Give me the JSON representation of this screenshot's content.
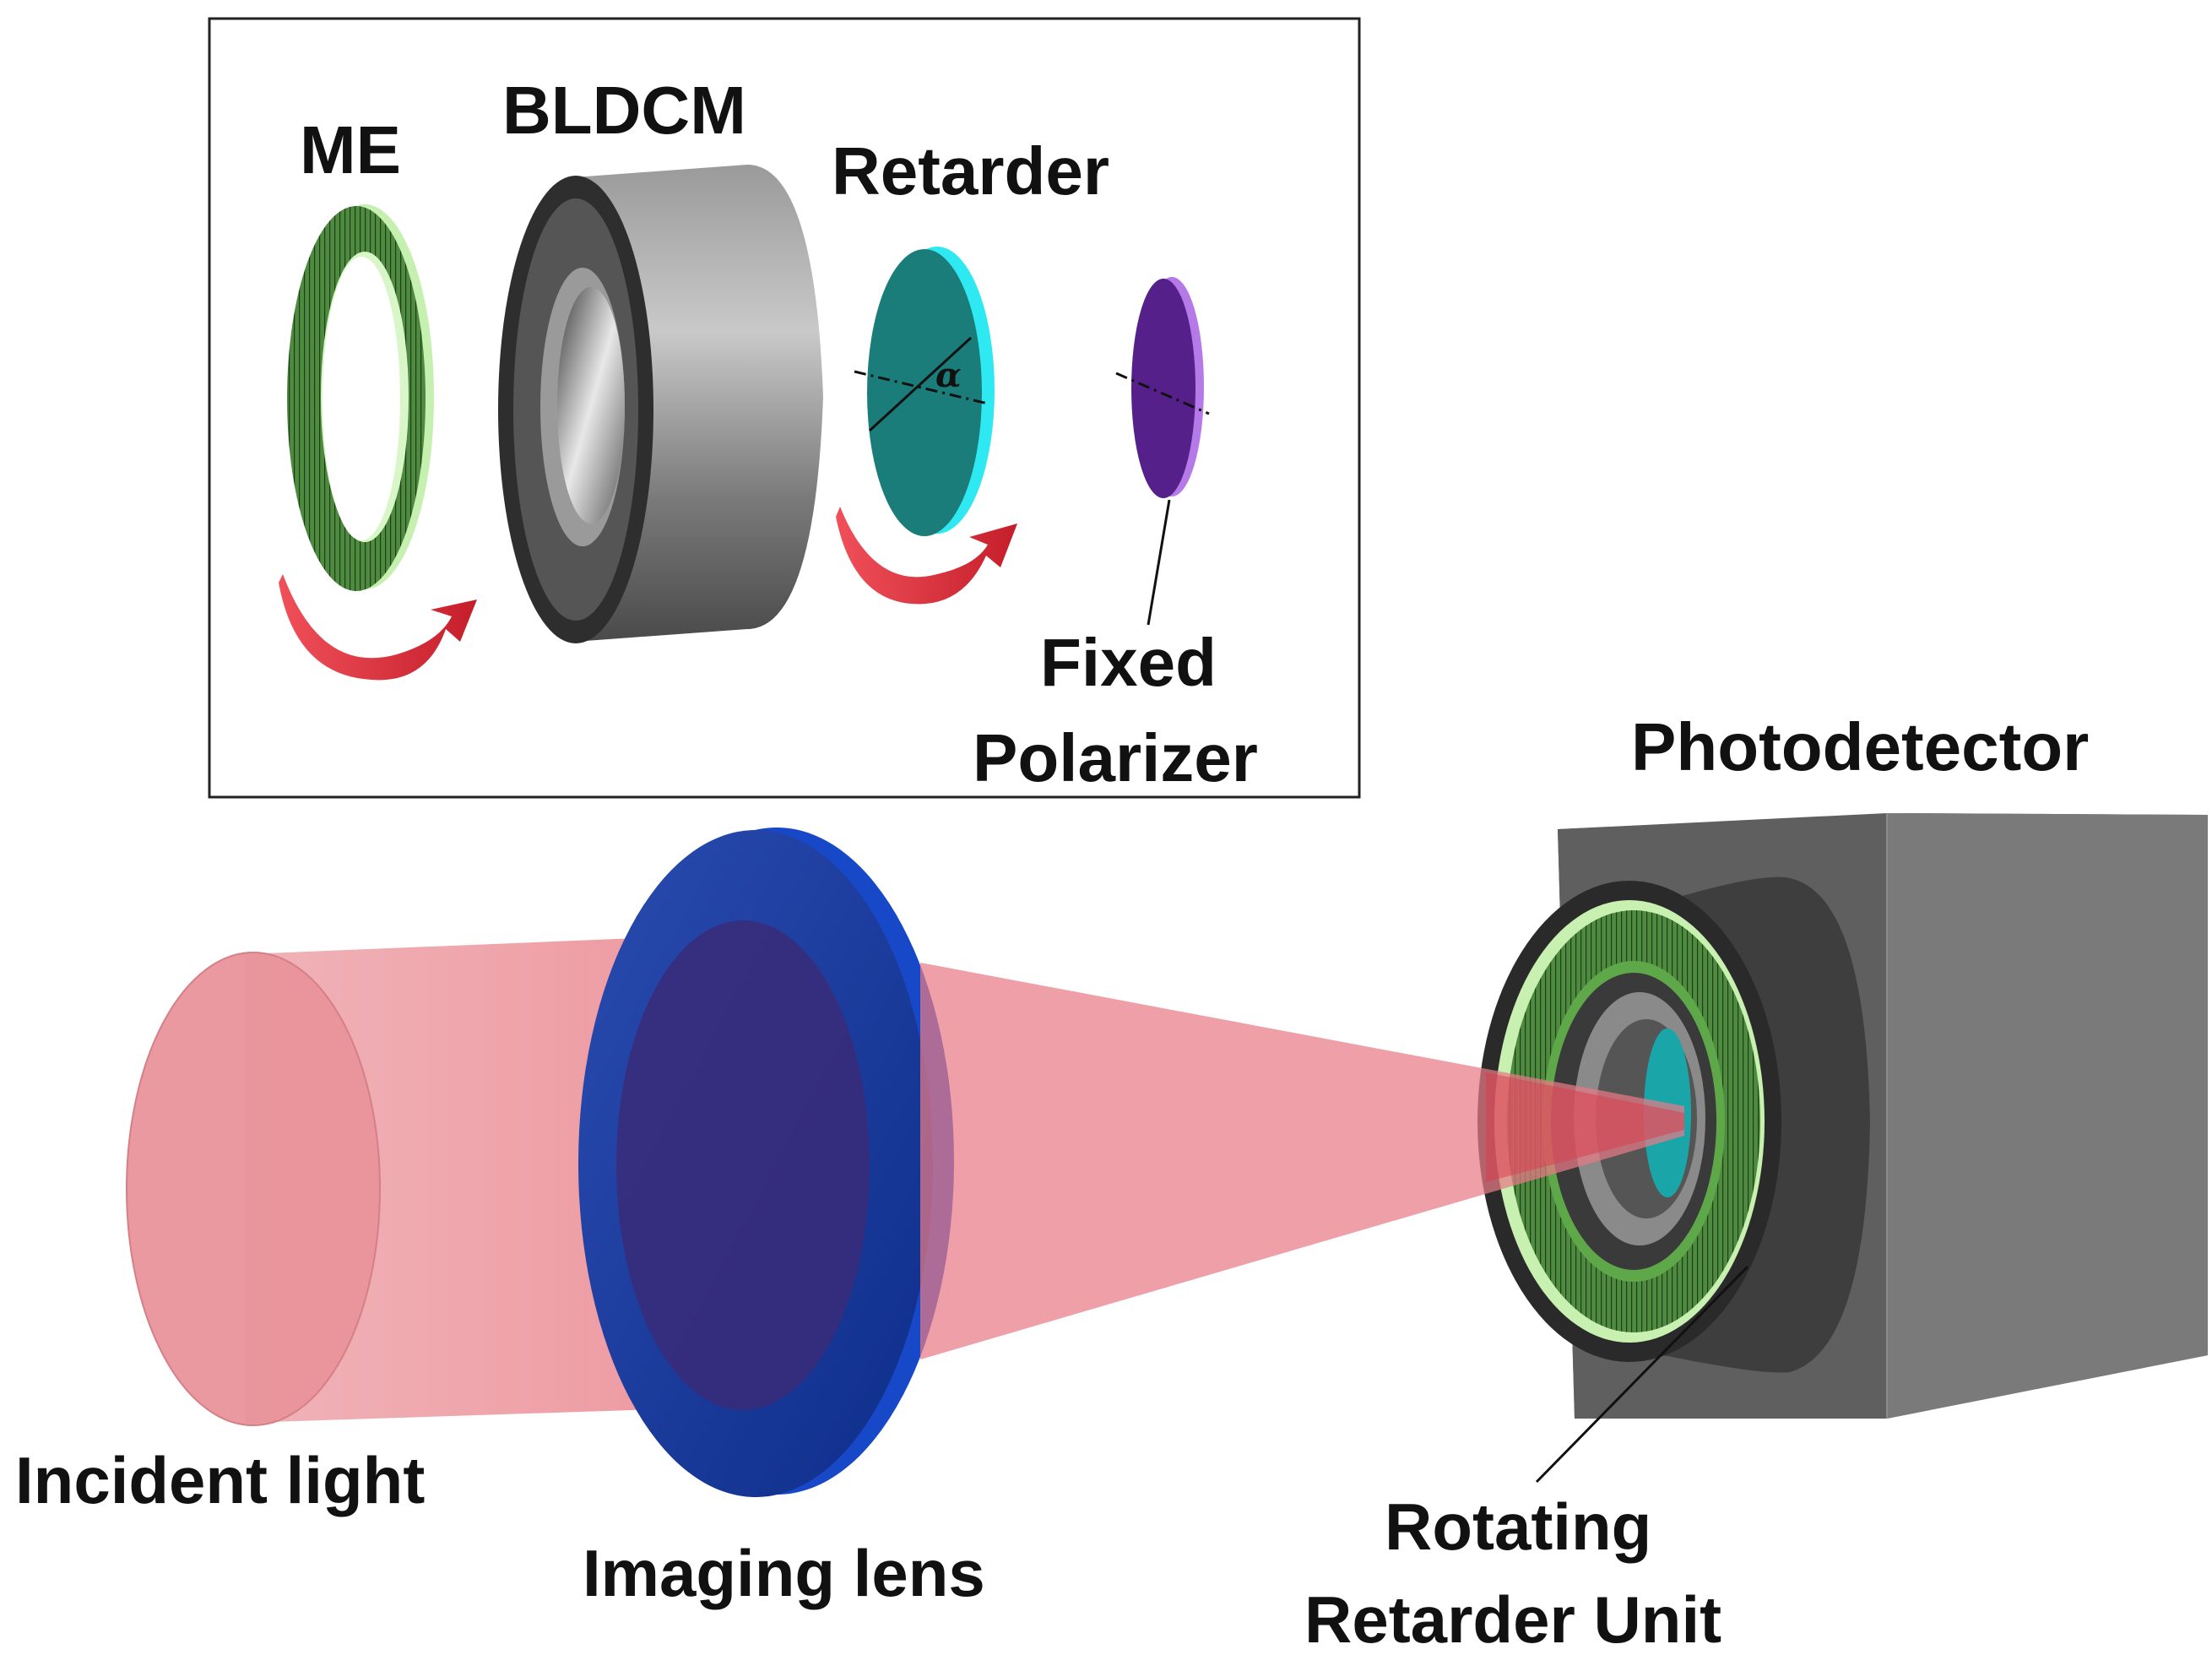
{
  "inset": {
    "labels": {
      "me": "ME",
      "bldcm": "BLDCM",
      "retarder": "Retarder",
      "fixed": "Fixed",
      "polarizer": "Polarizer",
      "angle": "α"
    }
  },
  "main": {
    "labels": {
      "photodetector": "Photodetector",
      "incident_light": "Incident light",
      "imaging_lens": "Imaging lens",
      "rotating": "Rotating",
      "retarder_unit": "Retarder Unit"
    }
  },
  "colors": {
    "beam": "#ec8a92",
    "lens": "#1a3fa8",
    "encoder_green": "#4e8a40",
    "motor_gray": "#5a5a5a",
    "retarder_teal": "#1a7a78",
    "polarizer_purple": "#5a1f8a",
    "arrow_red": "#e0313a",
    "detector_gray": "#555555"
  }
}
